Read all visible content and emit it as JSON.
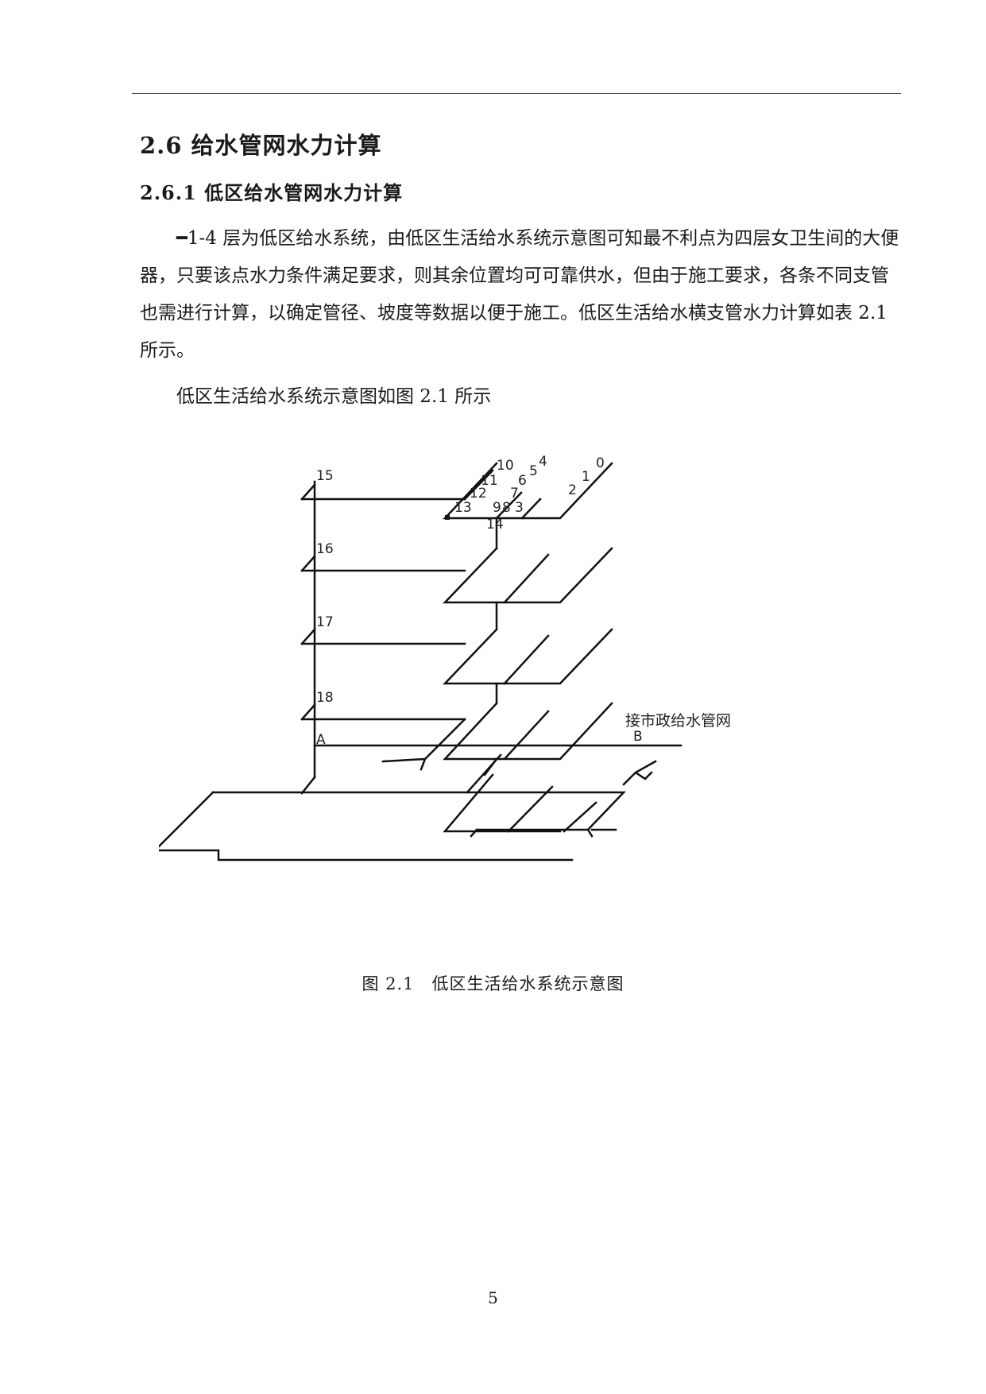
{
  "section": {
    "heading": "2.6 给水管网水力计算",
    "subheading": "2.6.1 低区给水管网水力计算"
  },
  "body": {
    "lead_mark": "━",
    "paragraph1": "1-4 层为低区给水系统，由低区生活给水系统示意图可知最不利点为四层女卫生间的大便器，只要该点水力条件满足要求，则其余位置均可可靠供水，但由于施工要求，各条不同支管也需进行计算，以确定管径、坡度等数据以便于施工。低区生活给水横支管水力计算如表 2.1 所示。",
    "paragraph2": "低区生活给水系统示意图如图 2.1 所示"
  },
  "figure": {
    "node_labels": [
      "0",
      "1",
      "2",
      "3",
      "4",
      "5",
      "6",
      "7",
      "8",
      "9",
      "10",
      "11",
      "12",
      "13",
      "14",
      "15",
      "16",
      "17",
      "18",
      "A",
      "B"
    ],
    "connection_label": "接市政给水管网",
    "caption": "图 2.1　低区生活给水系统示意图"
  },
  "page_number": "5"
}
